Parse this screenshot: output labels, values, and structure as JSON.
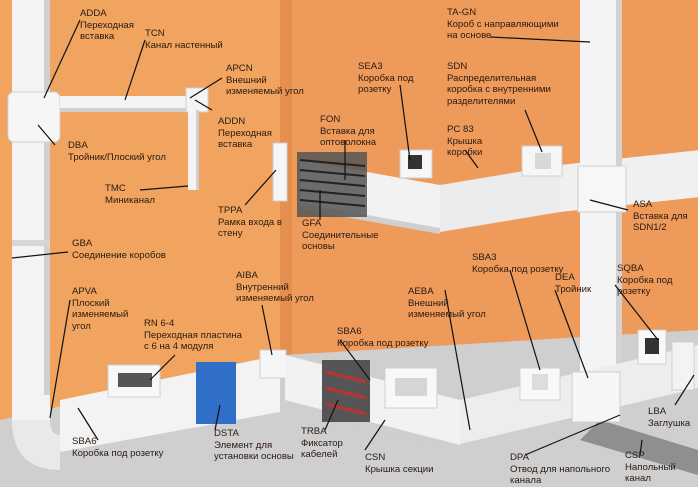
{
  "colors": {
    "wall_left": "#f0a060",
    "wall_right": "#ec985c",
    "floor": "#cfcfcf",
    "duct": "#f2f2f2",
    "duct_shade": "#d4d4d4",
    "leader": "#111111",
    "separator_blue": "#2f6fc8",
    "fiber_gray": "#555555"
  },
  "labels": [
    {
      "code": "ADDA",
      "desc": "Переходная\nвставка"
    },
    {
      "code": "TCN",
      "desc": "Канал настенный"
    },
    {
      "code": "APCN",
      "desc": "Внешний\nизменяемый угол"
    },
    {
      "code": "ADDN",
      "desc": "Переходная\nвставка"
    },
    {
      "code": "DBA",
      "desc": "Тройник/Плоский угол"
    },
    {
      "code": "TMC",
      "desc": "Миниканал"
    },
    {
      "code": "GBA",
      "desc": "Соединение коробов"
    },
    {
      "code": "APVA",
      "desc": "Плоский\nизменяемый\nугол"
    },
    {
      "code": "RN 6-4",
      "desc": "Переходная пластина\nс 6 на 4 модуля"
    },
    {
      "code": "TPPA",
      "desc": "Рамка входа в\nстену"
    },
    {
      "code": "SEA3",
      "desc": "Коробка под\nрозетку"
    },
    {
      "code": "FON",
      "desc": "Вставка для\nоптоволокна"
    },
    {
      "code": "GFA",
      "desc": "Соединительные\nосновы"
    },
    {
      "code": "AIBA",
      "desc": "Внутренний\nизменяемый угол"
    },
    {
      "code": "TA-GN",
      "desc": "Короб с направляющими\nна основе"
    },
    {
      "code": "SDN",
      "desc": "Распределительная\nкоробка с внутренними\nразделителями"
    },
    {
      "code": "PC 83",
      "desc": "Крышка\nкоробки"
    },
    {
      "code": "ASA",
      "desc": "Вставка для\nSDN1/2"
    },
    {
      "code": "SBA3",
      "desc": "Коробка под розетку"
    },
    {
      "code": "SQBA",
      "desc": "Коробка под\nрозетку"
    },
    {
      "code": "AEBA",
      "desc": "Внешний\nизменяемый угол"
    },
    {
      "code": "DEA",
      "desc": "Тройник"
    },
    {
      "code": "SBA6",
      "desc": "Коробка под розетку"
    },
    {
      "code": "SBA6",
      "desc": "Коробка под розетку"
    },
    {
      "code": "DSTA",
      "desc": "Элемент для\nустановки основы"
    },
    {
      "code": "TRBA",
      "desc": "Фиксатор\nкабелей"
    },
    {
      "code": "CSN",
      "desc": "Крышка секции"
    },
    {
      "code": "DPA",
      "desc": "Отвод для напольного\nканала"
    },
    {
      "code": "LBA",
      "desc": "Заглушка"
    },
    {
      "code": "CSP",
      "desc": "Напольный\nканал"
    }
  ]
}
